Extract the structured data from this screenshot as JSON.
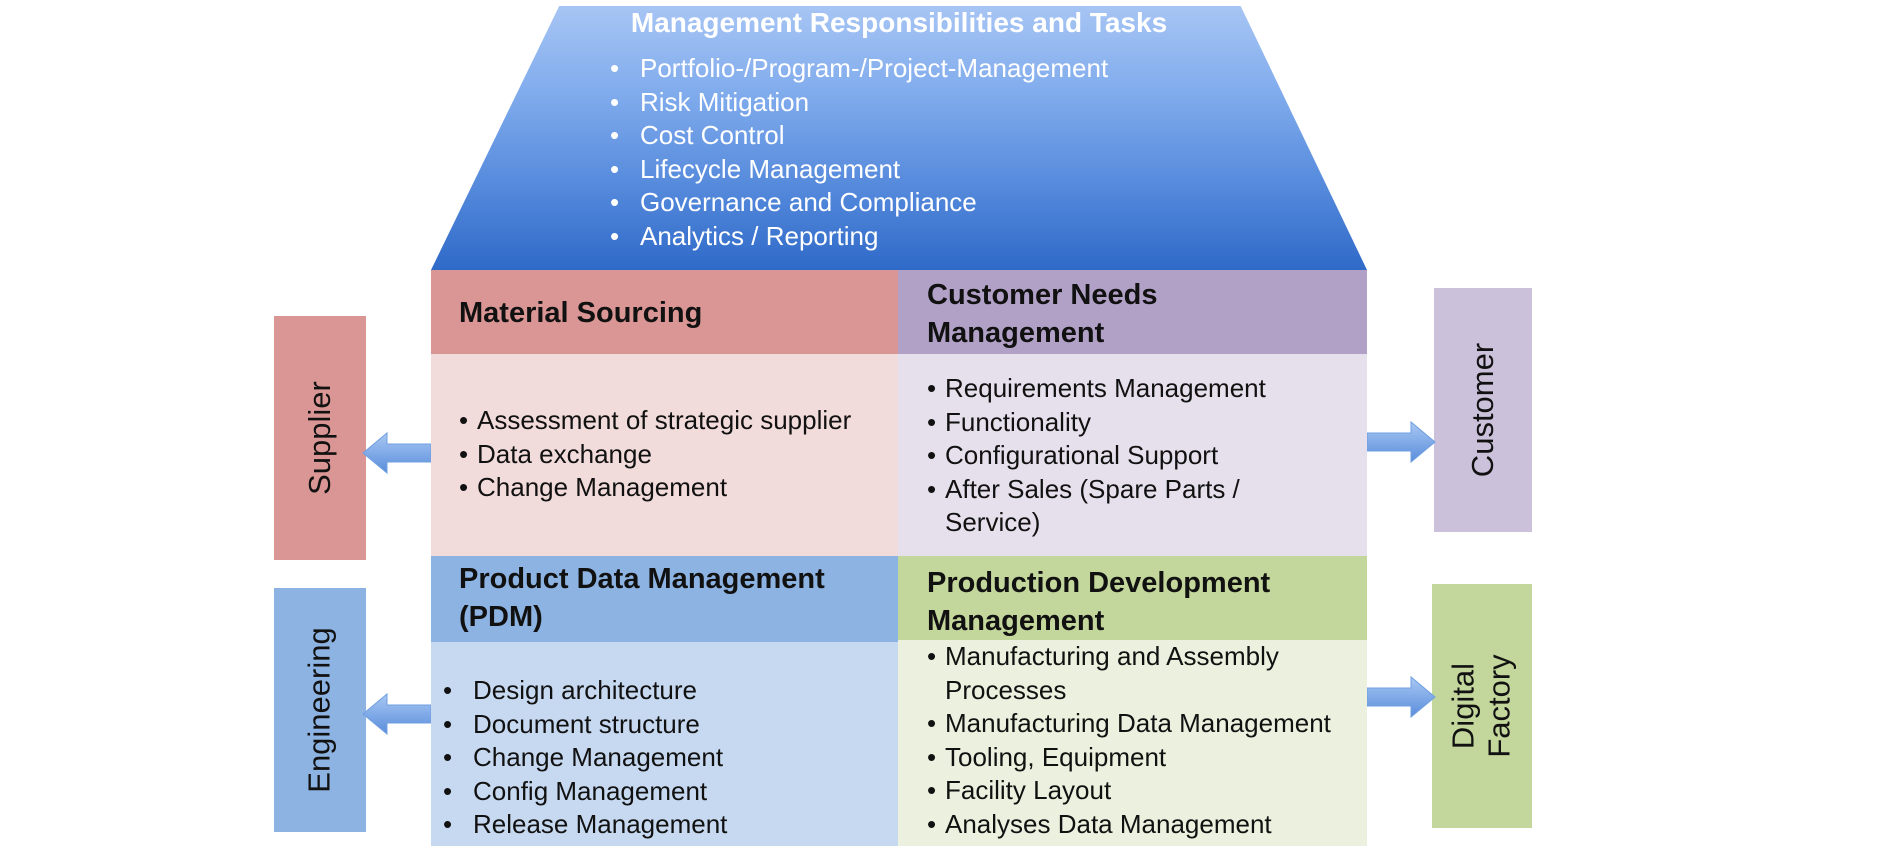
{
  "roof": {
    "title": "Management Responsibilities and Tasks",
    "items": [
      "Portfolio-/Program-/Project-Management",
      "Risk Mitigation",
      "Cost Control",
      "Lifecycle Management",
      "Governance and Compliance",
      "Analytics / Reporting"
    ]
  },
  "quadrants": {
    "material": {
      "title": "Material Sourcing",
      "items": [
        "Assessment of strategic supplier",
        "Data exchange",
        "Change Management"
      ]
    },
    "customer": {
      "title_line1": "Customer Needs",
      "title_line2": "Management",
      "items": [
        "Requirements Management",
        "Functionality",
        "Configurational Support",
        "After Sales (Spare Parts /",
        "Service)"
      ]
    },
    "pdm": {
      "title_line1": "Product Data Management",
      "title_line2": "(PDM)",
      "items": [
        "Design architecture",
        "Document structure",
        "Change Management",
        "Config Management",
        "Release Management"
      ]
    },
    "production": {
      "title_line1": "Production Development",
      "title_line2": "Management",
      "items": [
        "Manufacturing and Assembly",
        "Processes",
        "Manufacturing Data Management",
        "Tooling, Equipment",
        "Facility Layout",
        "Analyses Data Management"
      ]
    }
  },
  "sides": {
    "supplier": "Supplier",
    "engineering": "Engineering",
    "customer": "Customer",
    "digital_line1": "Digital",
    "digital_line2": "Factory"
  },
  "colors": {
    "roof_top": "#a7c5f4",
    "roof_bottom": "#2f6ac8",
    "material_header": "#d99694",
    "material_body": "#f2dcdb",
    "customer_header": "#b2a1c7",
    "customer_body": "#e5e0ec",
    "pdm_header": "#8db3e2",
    "pdm_body": "#c6d9f1",
    "production_header": "#c3d69b",
    "production_body": "#ebf1de",
    "arrow": "#6f9fe0"
  }
}
